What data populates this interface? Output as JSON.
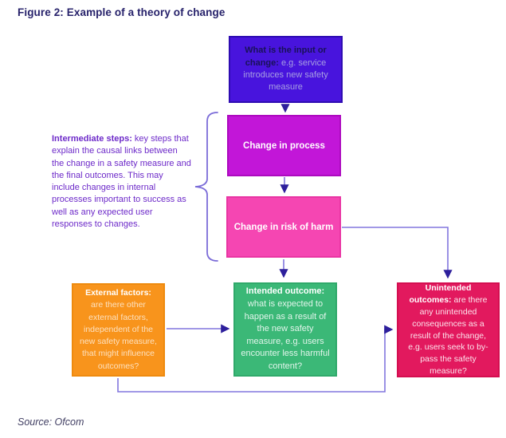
{
  "title": "Figure 2: Example of a theory of change",
  "source": "Source: Ofcom",
  "nodes": {
    "input": {
      "bold": "What is the input or change:",
      "text": " e.g. service introduces new safety measure",
      "color": "#4814dd"
    },
    "process": {
      "bold": "Change in process",
      "text": "",
      "color": "#c216d8"
    },
    "risk": {
      "bold": "Change in risk of harm",
      "text": "",
      "color": "#f546b2"
    },
    "external": {
      "bold": "External factors:",
      "text": " are there other external factors, independent of the new safety measure, that might influence outcomes?",
      "color": "#f8941c"
    },
    "intended": {
      "bold": "Intended outcome:",
      "text": " what is expected to happen as a result of the new safety measure, e.g. users encounter less harmful content?",
      "color": "#3bb877"
    },
    "unintended": {
      "bold": "Unintended outcomes:",
      "text": " are there any unintended consequences as a result of the change, e.g. users seek to by-pass the safety measure?",
      "color": "#e2195e"
    }
  },
  "annotation": {
    "bold": "Intermediate steps:",
    "text": " key steps that explain the causal links between the change in a safety measure and the final outcomes. This may include changes in internal processes important to success as well as any expected user responses to changes."
  },
  "colors": {
    "line": "#8276dd",
    "arrowhead": "#2d1f9c",
    "title": "#27226b",
    "annotation": "#6d2ac9",
    "source": "#413f63"
  }
}
